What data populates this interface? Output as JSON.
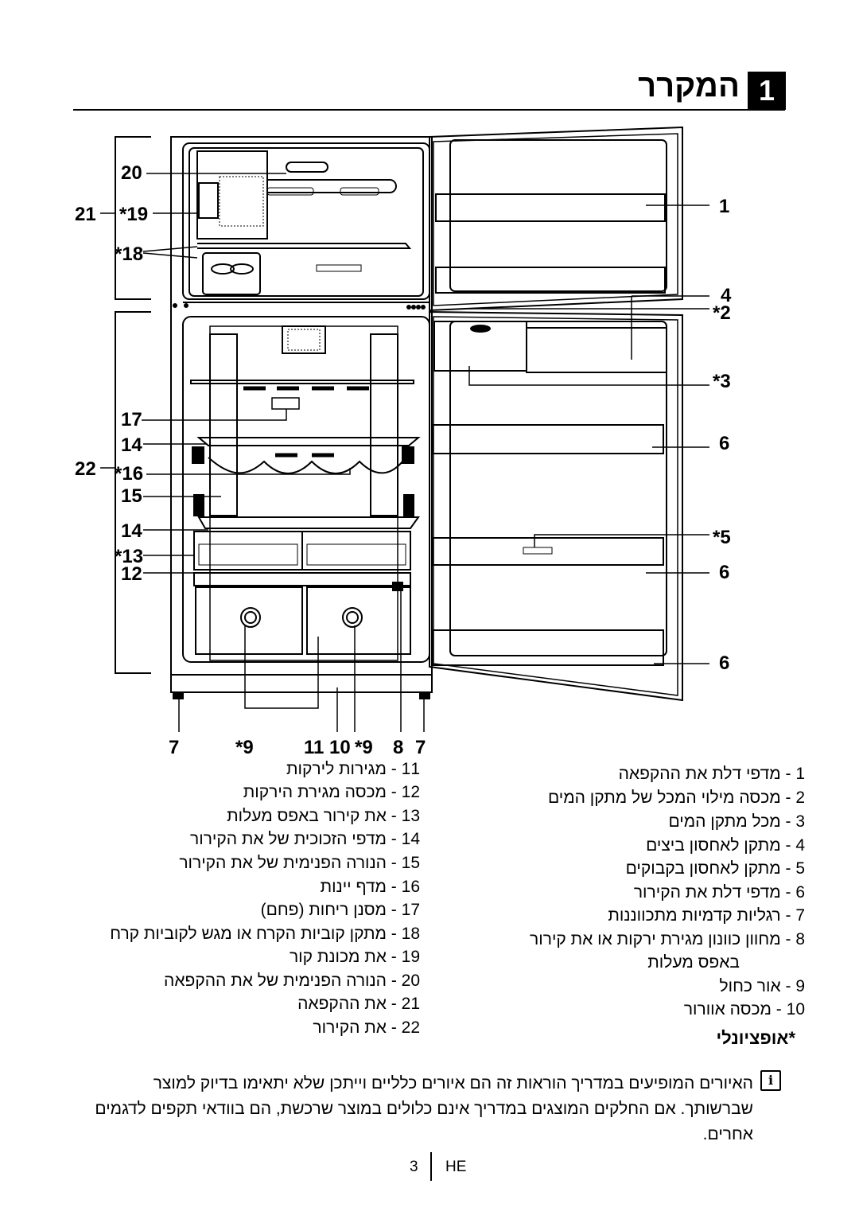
{
  "header": {
    "section_number": "1",
    "section_title": "המקרר"
  },
  "callouts": {
    "n20": "20",
    "n21": "21",
    "n19": "*19",
    "n18": "18",
    "n17": "17",
    "n14a": "14",
    "n22": "22",
    "n16": "16",
    "n15": "15",
    "n14b": "14",
    "n13": "*13",
    "n12": "12",
    "n1": "1",
    "n4": "4",
    "n2": "*2",
    "n3": "*3",
    "n6a": "6",
    "n5": "5",
    "n6b": "6",
    "n6c": "6",
    "b7a": "7",
    "b9a": "*9",
    "b11": "11",
    "b10": "10",
    "b9b": "*9",
    "b8": "8",
    "b7b": "7"
  },
  "legend": {
    "right": [
      "1 - מדפי דלת את ההקפאה",
      "2 - מכסה מילוי המכל של מתקן המים",
      "3 - מכל מתקן המים",
      "4 - מתקן לאחסון ביצים",
      "5 - מתקן לאחסון בקבוקים",
      "6 - מדפי דלת את הקירור",
      "7 - רגליות קדמיות מתכווננות",
      "8 - מחוון כוונון מגירת ירקות או את קירור",
      "באפס מעלות",
      "9 - אור כחול",
      "10 - מכסה אוורור"
    ],
    "left": [
      "11 - מגירות לירקות",
      "12 - מכסה מגירת הירקות",
      "13 - את קירור באפס מעלות",
      "14 - מדפי הזכוכית של את הקירור",
      "15 - הנורה הפנימית של את הקירור",
      "16 - מדף יינות",
      "17 - מסנן ריחות (פחם)",
      "18 - מתקן קוביות הקרח או מגש לקוביות קרח",
      "19 - את מכונת קור",
      "20 - הנורה הפנימית של את ההקפאה",
      "21 - את ההקפאה",
      "22 - את הקירור"
    ]
  },
  "optional_note": "*אופציונלי",
  "note": {
    "icon": "i",
    "text": "האיורים המופיעים במדריך הוראות זה הם איורים כלליים וייתכן שלא יתאימו בדיוק למוצר שברשותך. אם החלקים המוצגים במדריך אינם כלולים במוצר שרכשת, הם בוודאי תקפים לדגמים אחרים."
  },
  "footer": {
    "page_number": "3",
    "language": "HE"
  }
}
